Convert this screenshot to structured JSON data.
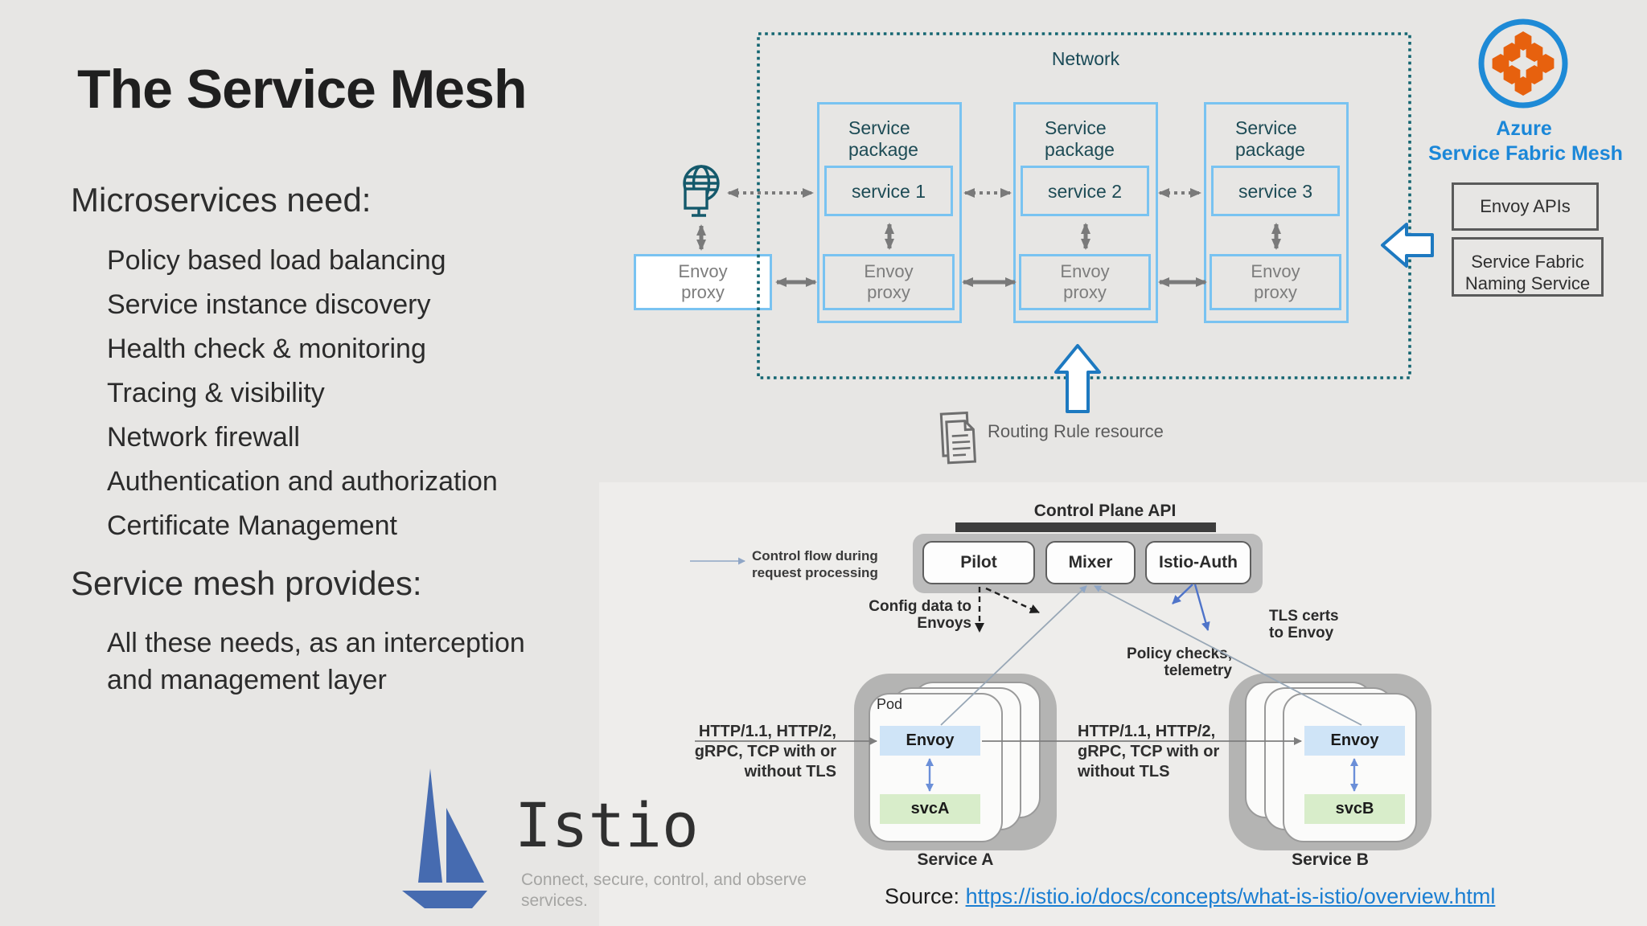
{
  "slide": {
    "title": "The Service Mesh",
    "needs_heading": "Microservices need:",
    "needs": [
      "Policy based load balancing",
      "Service instance discovery",
      "Health check & monitoring",
      "Tracing & visibility",
      "Network firewall",
      "Authentication and authorization",
      "Certificate Management"
    ],
    "provides_heading": "Service mesh provides:",
    "provides": [
      "All these needs, as an interception",
      "and management layer"
    ],
    "source_label": "Source:",
    "source_link": "https://istio.io/docs/concepts/what-is-istio/overview.html"
  },
  "network": {
    "label": "Network",
    "packages": [
      {
        "title": "Service package",
        "service": "service 1",
        "proxy": "Envoy proxy"
      },
      {
        "title": "Service package",
        "service": "service 2",
        "proxy": "Envoy proxy"
      },
      {
        "title": "Service package",
        "service": "service 3",
        "proxy": "Envoy proxy"
      }
    ],
    "edge_proxy": "Envoy proxy",
    "routing_rule": "Routing Rule resource"
  },
  "azure": {
    "title_line1": "Azure",
    "title_line2": "Service Fabric Mesh",
    "envoy_apis": "Envoy APIs",
    "naming_line1": "Service Fabric",
    "naming_line2": "Naming Service"
  },
  "istio": {
    "control_plane_api": "Control Plane API",
    "pilot": "Pilot",
    "mixer": "Mixer",
    "istio_auth": "Istio-Auth",
    "legend_line1": "Control flow during",
    "legend_line2": "request processing",
    "config_line1": "Config data to",
    "config_line2": "Envoys",
    "tls_line1": "TLS certs",
    "tls_line2": "to Envoy",
    "policy_line1": "Policy checks,",
    "policy_line2": "telemetry",
    "pod": "Pod",
    "http_a_line1": "HTTP/1.1, HTTP/2,",
    "http_a_line2": "gRPC, TCP with or",
    "http_a_line3": "without TLS",
    "http_b_line1": "HTTP/1.1, HTTP/2,",
    "http_b_line2": "gRPC, TCP with or",
    "http_b_line3": "without TLS",
    "service_a": {
      "envoy": "Envoy",
      "svc": "svcA",
      "label": "Service A"
    },
    "service_b": {
      "envoy": "Envoy",
      "svc": "svcB",
      "label": "Service B"
    }
  },
  "istio_logo": {
    "wordmark": "Istio",
    "tagline_line1": "Connect, secure, control, and observe",
    "tagline_line2": "services."
  },
  "colors": {
    "slide_bg": "#e7e6e4",
    "diagram_bg": "#eeedeb",
    "teal_border": "#156672",
    "light_blue_border": "#79c3f1",
    "teal_text": "#1d4b55",
    "azure_blue": "#1b87d8",
    "azure_orange": "#e7610e",
    "hollow_arrow_blue": "#1d79c0",
    "istio_blue": "#466bb0",
    "envoy_fill": "#cfe4f7",
    "svc_fill": "#d8edca",
    "link_blue": "#1a7ed2",
    "gray_arrow": "#7a7a7a"
  }
}
